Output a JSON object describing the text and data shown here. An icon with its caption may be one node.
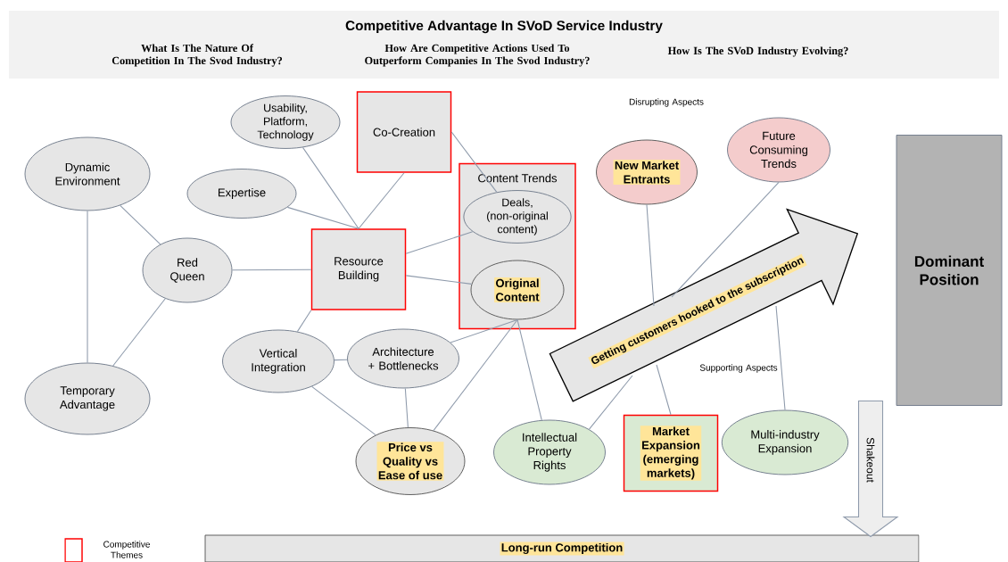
{
  "diagram": {
    "title": "Competitive Advantage In SVoD Service Industry",
    "nodes": [
      {
        "text": [
          "Dynamic Environment"
        ]
      },
      {
        "text": [
          "Red Queen"
        ]
      },
      {
        "text": [
          "Temporary Advantage"
        ]
      },
      {
        "text": [
          "Usability, Platform, Technology"
        ]
      },
      {
        "text": [
          "Expertise"
        ]
      },
      {
        "text": [
          "Co-Creation"
        ]
      },
      {
        "text": [
          "Resource Building"
        ]
      },
      {
        "text": [
          "Content Trends"
        ]
      },
      {
        "text": [
          "Deals, (non-original content)"
        ],
        "in": 7
      },
      {
        "text": [
          "Original Content"
        ],
        "in": 7
      },
      {
        "text": [
          "Vertical Integration"
        ]
      },
      {
        "text": [
          "Architecture + Bottlenecks"
        ]
      },
      {
        "text": [
          "Price vs Quality vs Ease of use"
        ]
      },
      {
        "text": [
          "New Market Entrants"
        ]
      },
      {
        "text": [
          "Future Consuming Trends"
        ]
      },
      {
        "text": [
          "Dominant Position"
        ]
      },
      {
        "text": [
          "Intellectual Property Rights"
        ]
      },
      {
        "text": [
          "Market Expansion (emerging markets)"
        ]
      },
      {
        "text": [
          "Multi-industry Expansion"
        ]
      },
      {
        "text": [
          "Long-run Competition"
        ]
      },
      {
        "text": [
          "Getting customers hooked to the subscription"
        ]
      }
    ],
    "edges": [
      {
        "from": 0,
        "to": 1,
        "arrow": "none"
      },
      {
        "from": 0,
        "to": 2,
        "arrow": "none"
      },
      {
        "from": 1,
        "to": 2,
        "arrow": "none"
      },
      {
        "from": 1,
        "to": 6,
        "arrow": "none"
      },
      {
        "from": 3,
        "to": 6,
        "arrow": "none"
      },
      {
        "from": 4,
        "to": 6,
        "arrow": "none"
      },
      {
        "from": 5,
        "to": 6,
        "arrow": "none"
      },
      {
        "from": 5,
        "to": 8,
        "arrow": "none"
      },
      {
        "from": 6,
        "to": 8,
        "arrow": "none"
      },
      {
        "from": 6,
        "to": 9,
        "arrow": "none"
      },
      {
        "from": 6,
        "to": 10,
        "arrow": "none"
      },
      {
        "from": 10,
        "to": 11,
        "arrow": "none"
      },
      {
        "from": 10,
        "to": 12,
        "arrow": "none"
      },
      {
        "from": 11,
        "to": 12,
        "arrow": "none"
      },
      {
        "from": 11,
        "to": 9,
        "arrow": "none"
      },
      {
        "from": 9,
        "to": 12,
        "arrow": "none"
      },
      {
        "from": 9,
        "to": 16,
        "arrow": "none"
      },
      {
        "from": 13,
        "to": 20,
        "arrow": "none"
      },
      {
        "from": 20,
        "to": 17,
        "arrow": "none"
      },
      {
        "from": 14,
        "to": 20,
        "arrow": "none"
      },
      {
        "from": 20,
        "to": 16,
        "arrow": "none"
      },
      {
        "from": 20,
        "to": 18,
        "arrow": "none"
      },
      {
        "from": null,
        "to": 19,
        "arrow": "to",
        "label": "Shakeout"
      }
    ],
    "labels": [
      "What Is The Nature Of Competition In The Svod Industry?",
      "How Are Competitive Actions Used To Outperform Companies In The Svod Industry?",
      "How Is The SVoD Industry Evolving?",
      "Disrupting Aspects",
      "Supporting Aspects"
    ],
    "legend": [
      {
        "text": "Competitive Themes"
      }
    ]
  }
}
